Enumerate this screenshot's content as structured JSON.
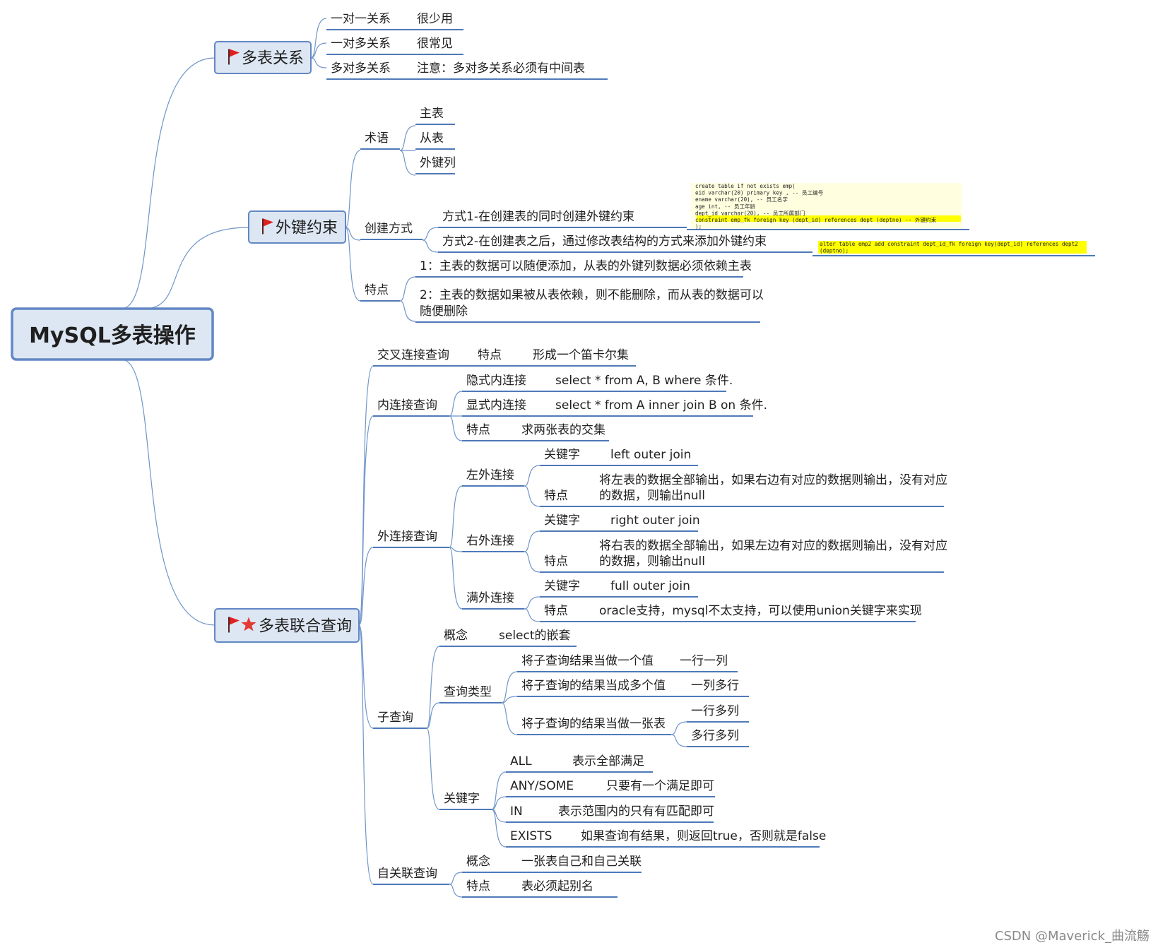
{
  "colors": {
    "line": "#6f95c9",
    "underline": "#4f79b9",
    "box_fill": "#dde7f3",
    "box_border": "#6287c4",
    "root_text": "#345a8a",
    "flag": "#e02020",
    "star": "#e53935",
    "code_bg": "#ffffe0",
    "code_highlight": "#ffff00"
  },
  "root": {
    "label": "MySQL多表操作"
  },
  "branch1": {
    "label": "多表关系",
    "icons": [
      "flag-icon"
    ],
    "items": [
      {
        "label": "一对一关系",
        "value": "很少用"
      },
      {
        "label": "一对多关系",
        "value": "很常见"
      },
      {
        "label": "多对多关系",
        "value": "注意：多对多关系必须有中间表"
      }
    ]
  },
  "branch2": {
    "label": "外键约束",
    "icons": [
      "flag-icon"
    ],
    "terms": {
      "label": "术语",
      "items": [
        "主表",
        "从表",
        "外键列"
      ]
    },
    "create": {
      "label": "创建方式",
      "method1": "方式1-在创建表的同时创建外键约束",
      "method2": "方式2-在创建表之后，通过修改表结构的方式来添加外键约束",
      "code1": [
        "create table if not exists emp(",
        "  eid varchar(20) primary key , -- 员工编号",
        "  ename varchar(20), -- 员工名字",
        "  age int,  -- 员工年龄",
        "  dept_id varchar(20),  -- 员工所属部门",
        "  constraint emp_fk foreign key (dept_id) references dept (deptno) -- 外键约束",
        ");"
      ],
      "code2": [
        "alter table emp2 add constraint dept_id_fk foreign key(dept_id) references dept2",
        "(deptno);"
      ]
    },
    "features": {
      "label": "特点",
      "item1": "1：主表的数据可以随便添加，从表的外键列数据必须依赖主表",
      "item2_line1": "2：主表的数据如果被从表依赖，则不能删除，而从表的数据可以",
      "item2_line2": "随便删除"
    }
  },
  "branch3": {
    "label": "多表联合查询",
    "icons": [
      "flag-icon",
      "star-icon"
    ],
    "cross": {
      "label": "交叉连接查询",
      "key": "特点",
      "value": "形成一个笛卡尔集"
    },
    "inner": {
      "label": "内连接查询",
      "items": [
        {
          "label": "隐式内连接",
          "value": "select * from A, B where 条件."
        },
        {
          "label": "显式内连接",
          "value": "select * from A inner join B on 条件."
        },
        {
          "label": "特点",
          "value": "求两张表的交集"
        }
      ]
    },
    "outer": {
      "label": "外连接查询",
      "left": {
        "label": "左外连接",
        "kw_label": "关键字",
        "kw": "left outer join",
        "feat_label": "特点",
        "feat_line1": "将左表的数据全部输出，如果右边有对应的数据则输出，没有对应",
        "feat_line2": "的数据，则输出null"
      },
      "right": {
        "label": "右外连接",
        "kw_label": "关键字",
        "kw": "right outer join",
        "feat_label": "特点",
        "feat_line1": "将右表的数据全部输出，如果左边有对应的数据则输出，没有对应",
        "feat_line2": "的数据，则输出null"
      },
      "full": {
        "label": "满外连接",
        "kw_label": "关键字",
        "kw": "full outer join",
        "feat_label": "特点",
        "feat": "oracle支持，mysql不太支持，可以使用union关键字来实现"
      }
    },
    "sub": {
      "label": "子查询",
      "concept": {
        "label": "概念",
        "value": "select的嵌套"
      },
      "types": {
        "label": "查询类型",
        "single": {
          "label": "将子查询结果当做一个值",
          "value": "一行一列"
        },
        "multi": {
          "label": "将子查询的结果当成多个值",
          "value": "一列多行"
        },
        "table": {
          "label": "将子查询的结果当做一张表",
          "values": [
            "一行多列",
            "多行多列"
          ]
        }
      },
      "keywords": {
        "label": "关键字",
        "items": [
          {
            "label": "ALL",
            "value": "表示全部满足"
          },
          {
            "label": "ANY/SOME",
            "value": "只要有一个满足即可"
          },
          {
            "label": "IN",
            "value": "表示范围内的只有有匹配即可"
          },
          {
            "label": "EXISTS",
            "value": "如果查询有结果，则返回true，否则就是false"
          }
        ]
      }
    },
    "self": {
      "label": "自关联查询",
      "items": [
        {
          "label": "概念",
          "value": "一张表自己和自己关联"
        },
        {
          "label": "特点",
          "value": "表必须起别名"
        }
      ]
    }
  },
  "watermark": "CSDN @Maverick_曲流觞"
}
